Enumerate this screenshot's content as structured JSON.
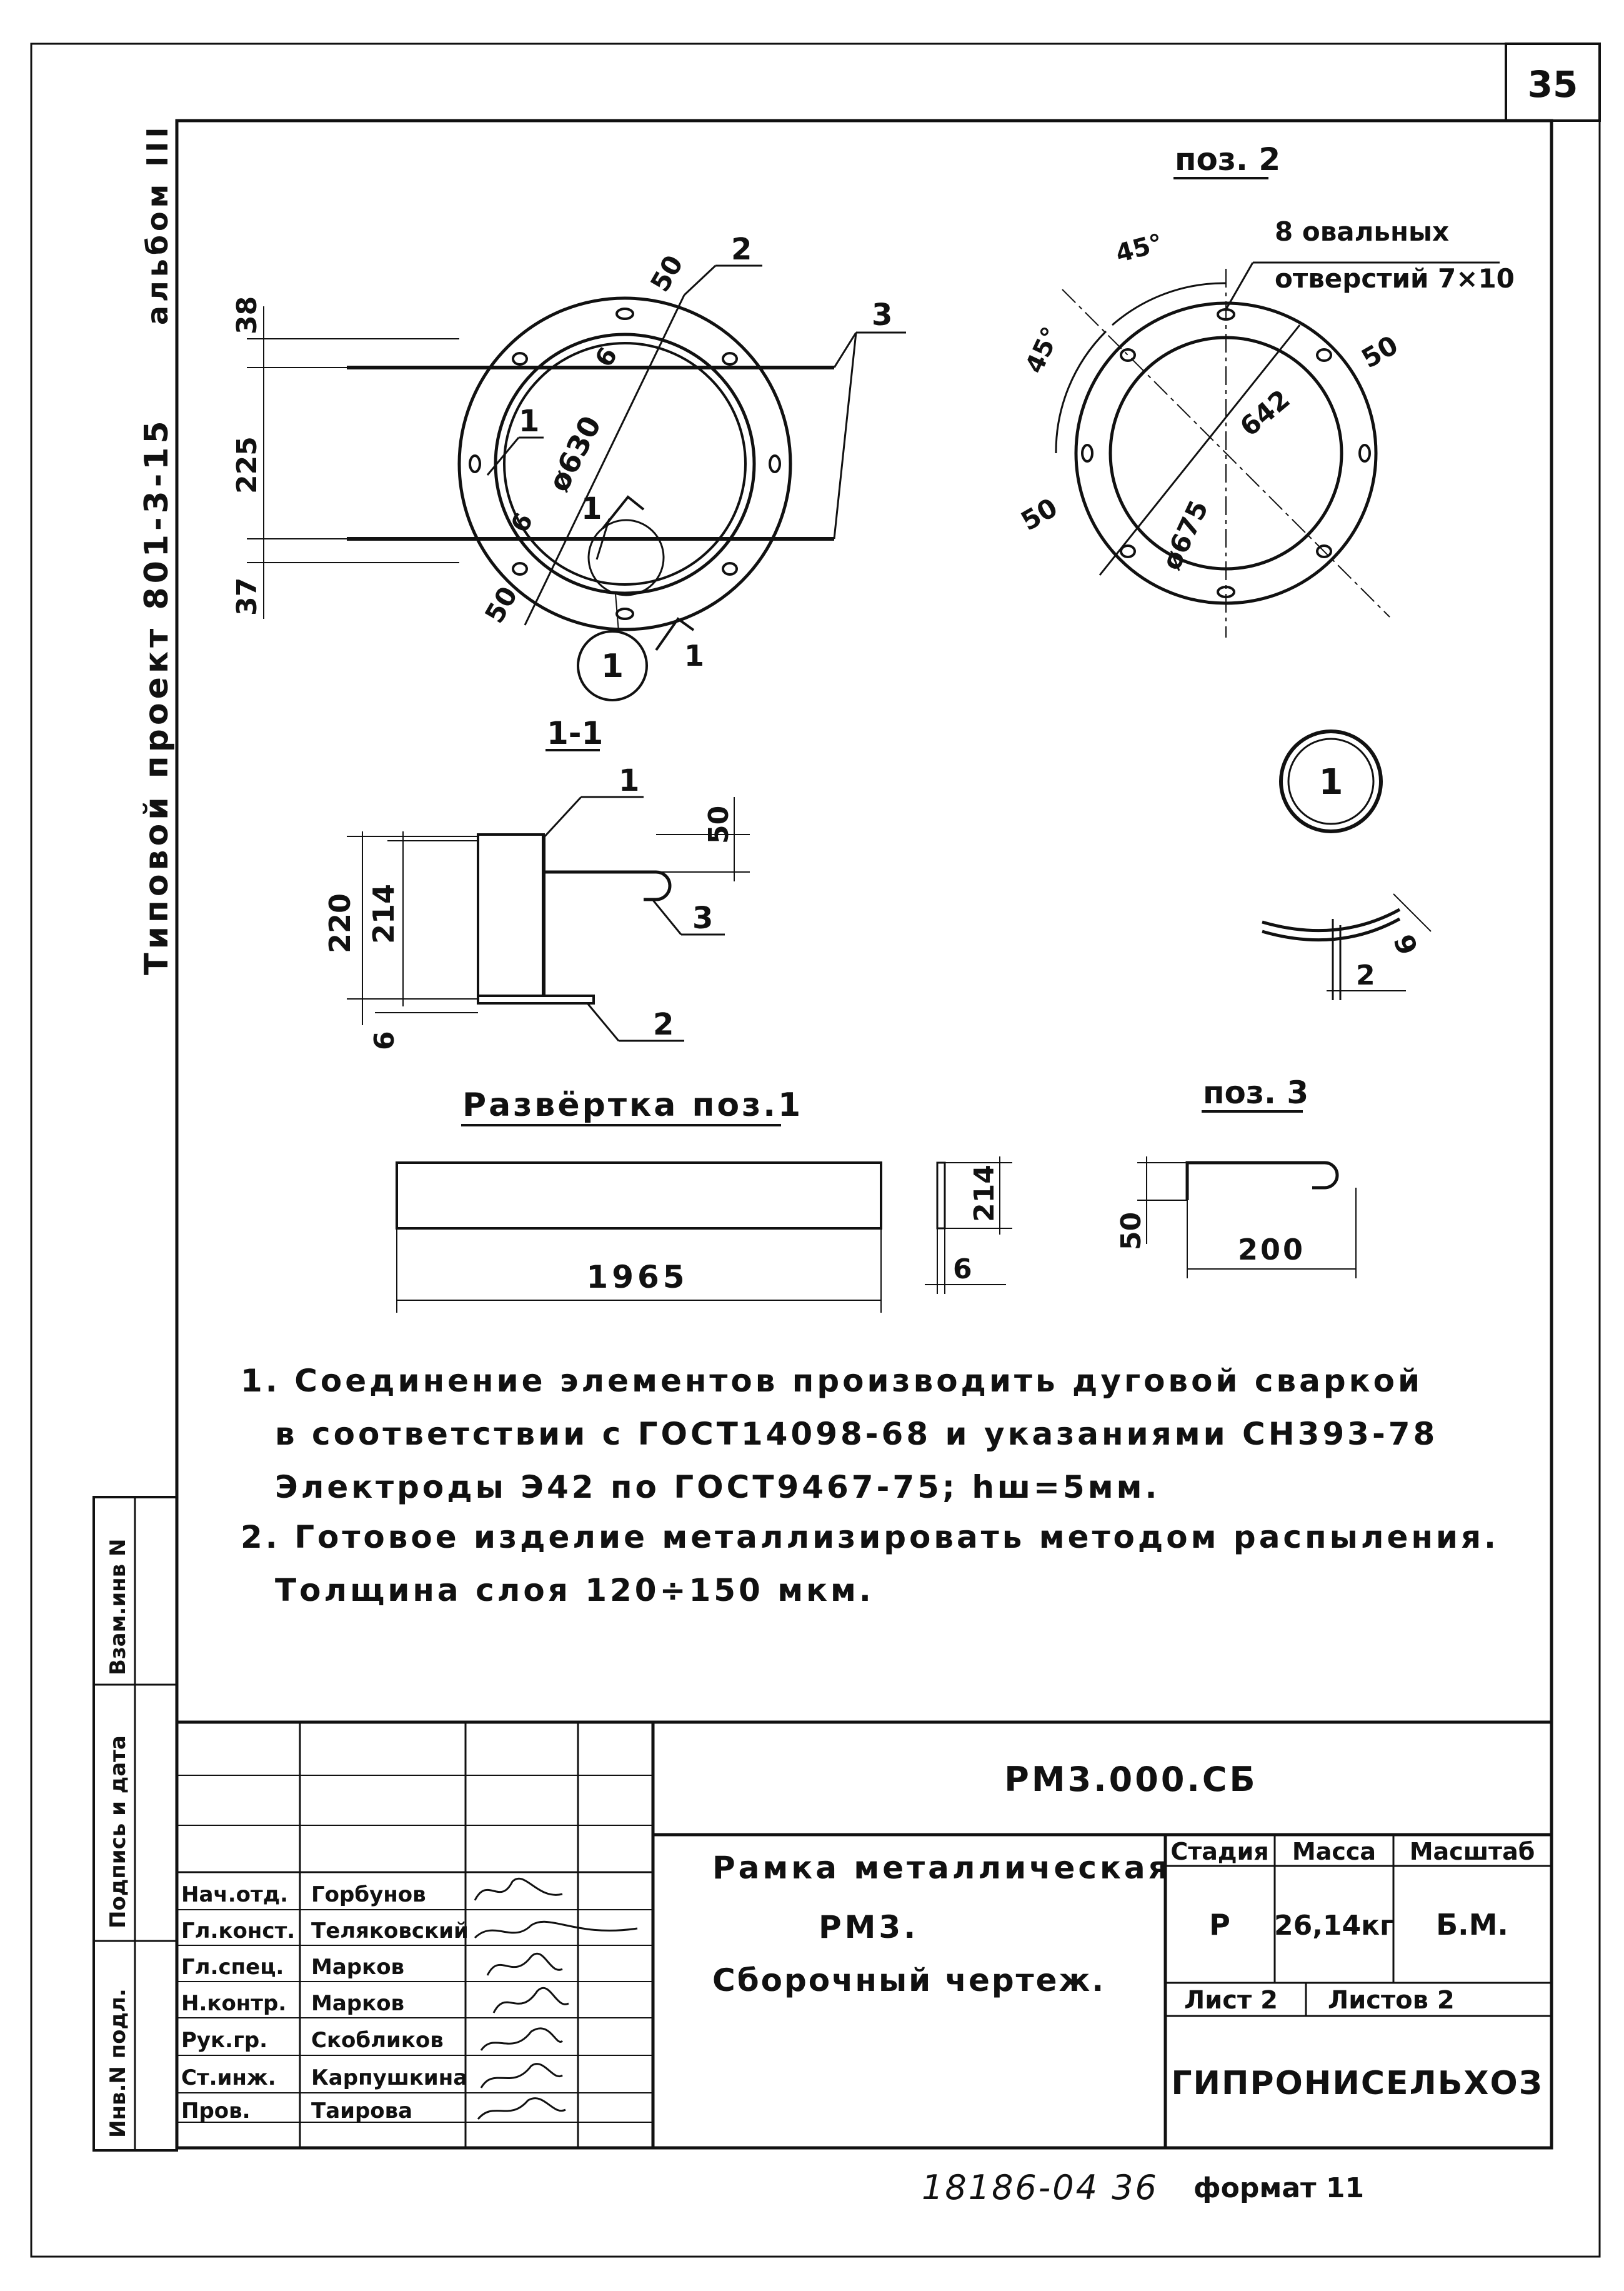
{
  "sheet": {
    "page_number": "35",
    "album": "альбом III",
    "project": "Типовой проект 801-3-15",
    "footer_number": "18186-04 36",
    "footer_format": "формат 11"
  },
  "side_stamps": [
    "Инв.N подл.",
    "Подпись и дата",
    "Взам.инв N"
  ],
  "drawing": {
    "main_view": {
      "dims": [
        "38",
        "225",
        "37",
        "50",
        "50",
        "6",
        "6",
        "ø630"
      ],
      "positions": [
        "1",
        "1",
        "2",
        "3"
      ],
      "section_marker": "1",
      "callout": "1",
      "cut_label": "1"
    },
    "pos2": {
      "title": "поз. 2",
      "holes_note_line1": "8 овальных",
      "holes_note_line2": "отверстий 7×10",
      "dims": [
        "45°",
        "45°",
        "50",
        "50",
        "642",
        "ø675"
      ]
    },
    "section_1_1": {
      "title": "1-1",
      "dims": [
        "220",
        "214",
        "6",
        "50"
      ],
      "positions": [
        "1",
        "2",
        "3"
      ]
    },
    "detail_1": {
      "label": "1",
      "dims": [
        "6",
        "2"
      ]
    },
    "unfold": {
      "title": "Развёртка поз.1",
      "length": "1965",
      "height": "214",
      "thickness": "6"
    },
    "pos3": {
      "title": "поз. 3",
      "height": "50",
      "length": "200"
    }
  },
  "notes": [
    "1. Соединение элементов производить дуговой сваркой",
    "в соответствии с ГОСТ14098-68 и указаниями СН393-78",
    "Электроды Э42 по ГОСТ9467-75; hш=5мм.",
    "2. Готовое изделие металлизировать методом распыления.",
    "Толщина слоя 120÷150 мкм."
  ],
  "title_block": {
    "doc_code": "РМ3.000.СБ",
    "product_line1": "Рамка металлическая",
    "product_line2": "РМ3.",
    "product_line3": "Сборочный чертеж.",
    "headers": {
      "stage": "Стадия",
      "mass": "Масса",
      "scale": "Масштаб"
    },
    "stage": "Р",
    "mass": "26,14кг",
    "scale": "Б.М.",
    "sheet_label": "Лист 2",
    "sheets_label": "Листов 2",
    "organization": "ГИПРОНИСЕЛЬХОЗ",
    "signatures": [
      {
        "role": "Нач.отд.",
        "name": "Горбунов"
      },
      {
        "role": "Гл.конст.",
        "name": "Теляковский"
      },
      {
        "role": "Гл.спец.",
        "name": "Марков"
      },
      {
        "role": "Н.контр.",
        "name": "Марков"
      },
      {
        "role": "Рук.гр.",
        "name": "Скобликов"
      },
      {
        "role": "Ст.инж.",
        "name": "Карпушкина"
      },
      {
        "role": "Пров.",
        "name": "Таирова"
      }
    ]
  }
}
